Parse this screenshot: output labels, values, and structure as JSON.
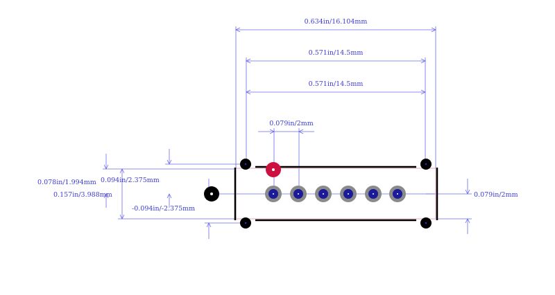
{
  "dimensions": {
    "overall_width": "0.634in/16.104mm",
    "hole_span_1": "0.571in/14.5mm",
    "hole_span_2": "0.571in/14.5mm",
    "pin_pitch": "0.079in/2mm",
    "left_height_small": "0.078in/1.994mm",
    "left_offset_pos": "0.094in/2.375mm",
    "left_height_total": "0.157in/3.988mm",
    "left_offset_neg": "-0.094in/-2.375mm",
    "right_pitch": "0.079in/2mm"
  },
  "colors": {
    "dimension": "#6a6ae8",
    "dimension_text": "#3b3bd4",
    "outline": "#000000",
    "courtyard": "#e8a8b8",
    "pad_ring": "#8a8a8a",
    "pad_hole": "#1a1a9a",
    "pin1_pad": "#cc1040",
    "mount_hole": "#000000"
  }
}
